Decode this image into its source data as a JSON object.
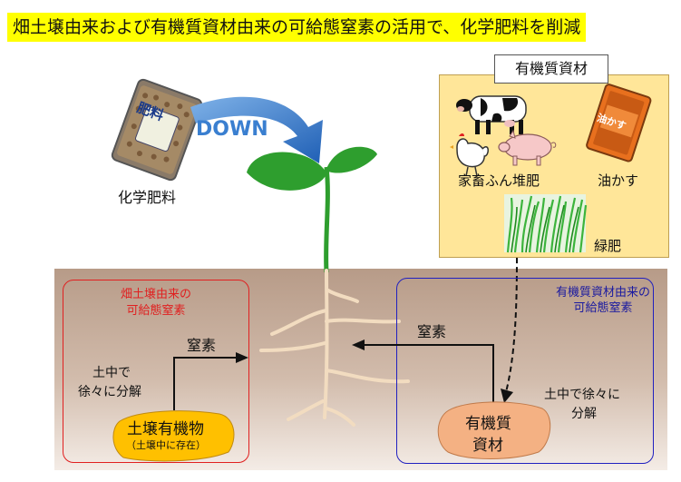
{
  "title": "畑土壌由来および有機質資材由来の可給態窒素の活用で、化学肥料を削減",
  "fertilizer": {
    "bag_text": "肥料",
    "label": "化学肥料",
    "down_text": "DOWN"
  },
  "organic_materials": {
    "title": "有機質資材",
    "manure_label": "家畜ふん堆肥",
    "oilcake_bag_text": "油かす",
    "oilcake_label": "油かす",
    "green_manure_label": "緑肥"
  },
  "soil_derived": {
    "label_line1": "畑土壌由来の",
    "label_line2": "可給態窒素",
    "decompose_line1": "土中で",
    "decompose_line2": "徐々に分解",
    "nitrogen_label": "窒素",
    "organic_matter_label": "土壌有機物",
    "organic_matter_note": "（土壌中に存在）"
  },
  "material_derived": {
    "label_line1": "有機質資材由来の",
    "label_line2": "可給態窒素",
    "decompose_line1": "土中で徐々に",
    "decompose_line2": "分解",
    "nitrogen_label": "窒素",
    "material_line1": "有機質",
    "material_line2": "資材"
  },
  "colors": {
    "title_bg": "#ffff00",
    "organic_panel_bg": "#ffe699",
    "soil_top": "#b79b88",
    "red_box": "#e02020",
    "blue_box": "#2020c0",
    "soil_organic_fill": "#ffc000",
    "material_fill": "#f4b183",
    "plant_green": "#2e9e2e",
    "arrow_blue": "#1f5fb5"
  }
}
